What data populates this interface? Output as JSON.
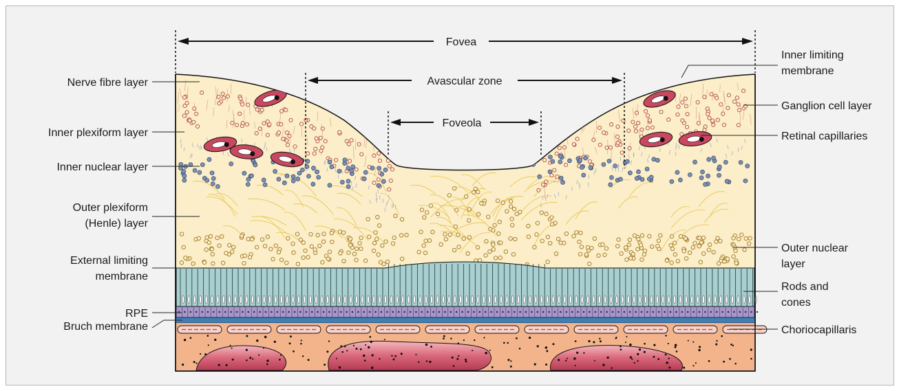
{
  "zones": {
    "fovea": "Fovea",
    "avascular_zone": "Avascular zone",
    "foveola": "Foveola"
  },
  "left_labels": {
    "nerve_fibre_layer": "Nerve fibre layer",
    "inner_plexiform_layer": "Inner plexiform layer",
    "inner_nuclear_layer": "Inner nuclear layer",
    "outer_plexiform_line1": "Outer plexiform",
    "outer_plexiform_line2": "(Henle) layer",
    "external_limiting_line1": "External limiting",
    "external_limiting_line2": "membrane",
    "rpe": "RPE",
    "bruch_membrane": "Bruch membrane"
  },
  "right_labels": {
    "inner_limiting_line1": "Inner limiting",
    "inner_limiting_line2": "membrane",
    "ganglion_cell_layer": "Ganglion cell layer",
    "retinal_capillaries": "Retinal capillaries",
    "outer_nuclear_line1": "Outer nuclear",
    "outer_nuclear_line2": "layer",
    "rods_cones_line1": "Rods and",
    "rods_cones_line2": "cones",
    "choriocapillaris": "Choriocapillaris"
  },
  "colors": {
    "background": "#f2f2f2",
    "retina": "#fbeec8",
    "nerve_fibres": "#d99a8c",
    "ganglion_cells": "#b24a4a",
    "inner_nuclear": "#7d8fb3",
    "outer_nuclear": "#a0761f",
    "henle_fibres": "#e8c44a",
    "rods_cones": "#a9cfd0",
    "rpe": "#a796c8",
    "bruch": "#3f7fb9",
    "choroid": "#f3b48c",
    "vessels": "#c94860"
  }
}
